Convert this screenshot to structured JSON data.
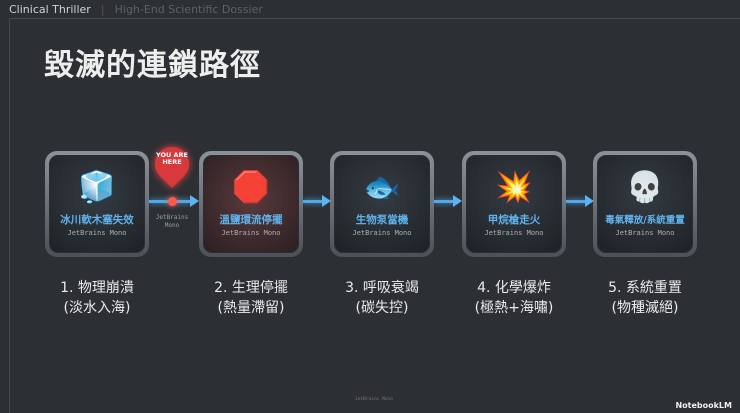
{
  "header": {
    "title": "Clinical Thriller",
    "subtitle": "High-End Scientific Dossier"
  },
  "page_title": "毀滅的連鎖路徑",
  "cards": [
    {
      "icon": "ice-cube-icon",
      "glyph": "🧊",
      "label": "冰川軟木塞失效",
      "sub": "JetBrains Mono"
    },
    {
      "icon": "stop-sign-icon",
      "glyph": "🛑",
      "label": "溫鹽環流停擺",
      "sub": "JetBrains Mono"
    },
    {
      "icon": "fish-icon",
      "glyph": "🐟",
      "label": "生物泵當機",
      "sub": "JetBrains Mono"
    },
    {
      "icon": "explosion-icon",
      "glyph": "💥",
      "label": "甲烷槍走火",
      "sub": "JetBrains Mono"
    },
    {
      "icon": "skull-icon",
      "glyph": "💀",
      "label": "毒氣釋放/系統重置",
      "sub": "JetBrains Mono"
    }
  ],
  "steps": [
    {
      "line1": "1. 物理崩潰",
      "line2": "(淡水入海)"
    },
    {
      "line1": "2. 生理停擺",
      "line2": "(熱量滯留)"
    },
    {
      "line1": "3. 呼吸衰竭",
      "line2": "(碳失控)"
    },
    {
      "line1": "4. 化學爆炸",
      "line2": "(極熱+海嘯)"
    },
    {
      "line1": "5. 系統重置",
      "line2": "(物種滅絕)"
    }
  ],
  "marker": {
    "text": "YOU ARE HERE",
    "sub": "JetBrains Mono"
  },
  "footer": {
    "text": "JetBrains Mono",
    "brand": "NotebookLM"
  },
  "colors": {
    "accent": "#4fa8ea",
    "marker": "#d8393b"
  }
}
